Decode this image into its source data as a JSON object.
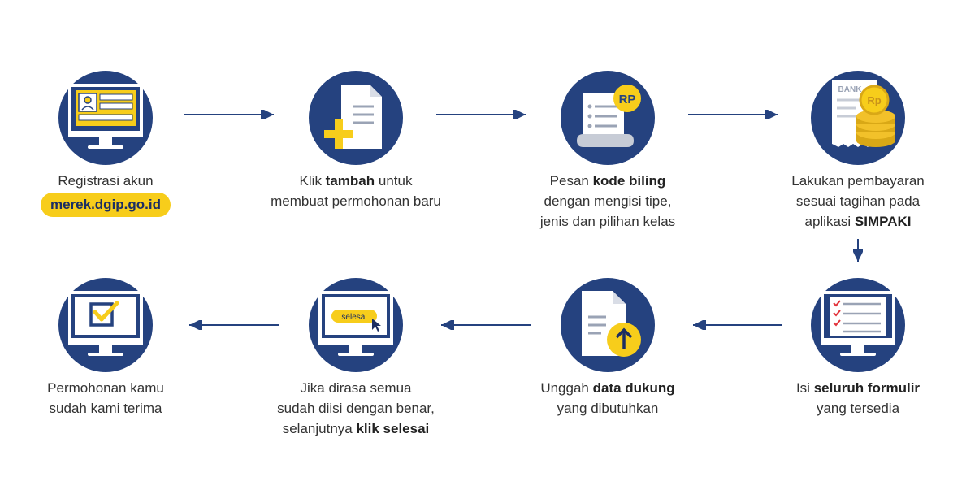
{
  "colors": {
    "navy": "#25427f",
    "yellow": "#f7cd1b",
    "text": "#333333"
  },
  "steps": [
    {
      "icon": "computer-account-icon",
      "caption_1": "Registrasi akun",
      "url": "merek.dgip.go.id"
    },
    {
      "icon": "document-add-icon",
      "caption_1a": "Klik ",
      "caption_1b": "tambah",
      "caption_1c": " untuk",
      "caption_2": "membuat permohonan baru"
    },
    {
      "icon": "billing-receipt-icon",
      "badge": "RP",
      "caption_1a": "Pesan ",
      "caption_1b": "kode biling",
      "caption_2": "dengan mengisi tipe,",
      "caption_3": "jenis dan pilihan kelas"
    },
    {
      "icon": "bank-payment-icon",
      "bank_label": "BANK",
      "coin_label": "Rp",
      "caption_1": "Lakukan pembayaran",
      "caption_2": "sesuai tagihan pada",
      "caption_3a": "aplikasi ",
      "caption_3b": "SIMPAKI"
    },
    {
      "icon": "form-checklist-icon",
      "caption_1a": "Isi ",
      "caption_1b": "seluruh formulir",
      "caption_2": "yang tersedia"
    },
    {
      "icon": "upload-document-icon",
      "caption_1a": "Unggah ",
      "caption_1b": "data dukung",
      "caption_2": "yang dibutuhkan"
    },
    {
      "icon": "computer-finish-icon",
      "button_label": "selesai",
      "caption_1": "Jika dirasa semua",
      "caption_2": "sudah diisi dengan benar,",
      "caption_3a": "selanjutnya ",
      "caption_3b": "klik selesai"
    },
    {
      "icon": "computer-checkbox-icon",
      "caption_1": "Permohonan kamu",
      "caption_2": "sudah kami terima"
    }
  ]
}
